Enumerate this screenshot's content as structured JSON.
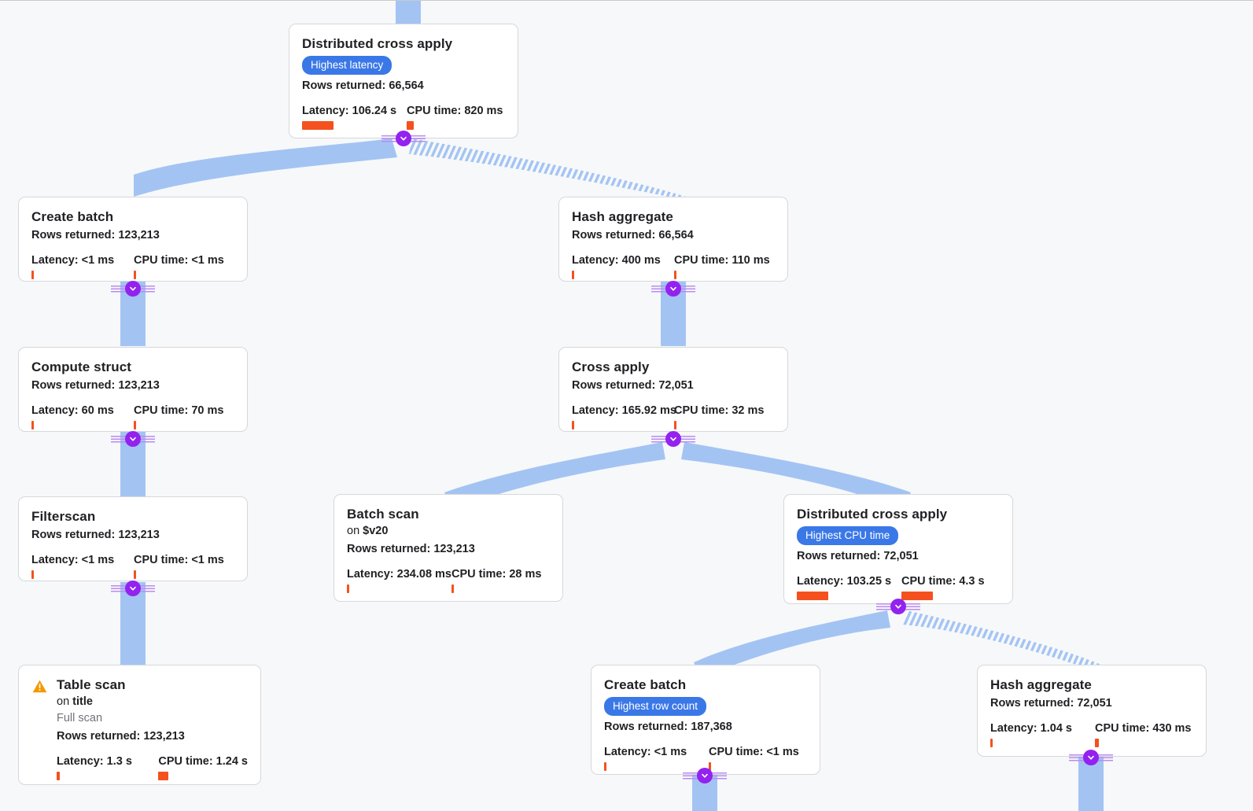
{
  "meta": {
    "view": "query-execution-plan-graph",
    "accent_edge_color": "#a3c4f3",
    "toggle_color": "#9322ef",
    "badge_color": "#3b78e7",
    "bar_color": "#f4511e",
    "background_color": "#f7f8fa",
    "card_background": "#ffffff",
    "card_border_color": "#d6d8db"
  },
  "labels": {
    "rows_prefix": "Rows returned: ",
    "latency_prefix": "Latency: ",
    "cpu_prefix": "CPU time: ",
    "on_prefix": "on "
  },
  "nodes": [
    {
      "id": "root-distributed-cross-apply",
      "title": "Distributed cross apply",
      "badge": "Highest latency",
      "rows": "Rows returned: 66,564",
      "latency": "Latency: 106.24 s",
      "cpu": "CPU time: 820 ms"
    },
    {
      "id": "create-batch-left",
      "title": "Create batch",
      "rows": "Rows returned: 123,213",
      "latency": "Latency: <1 ms",
      "cpu": "CPU time: <1 ms"
    },
    {
      "id": "hash-aggregate-upper",
      "title": "Hash aggregate",
      "rows": "Rows returned: 66,564",
      "latency": "Latency: 400 ms",
      "cpu": "CPU time: 110 ms"
    },
    {
      "id": "compute-struct",
      "title": "Compute struct",
      "rows": "Rows returned: 123,213",
      "latency": "Latency: 60 ms",
      "cpu": "CPU time: 70 ms"
    },
    {
      "id": "cross-apply",
      "title": "Cross apply",
      "rows": "Rows returned: 72,051",
      "latency": "Latency: 165.92 ms",
      "cpu": "CPU time: 32 ms"
    },
    {
      "id": "filterscan",
      "title": "Filterscan",
      "rows": "Rows returned: 123,213",
      "latency": "Latency: <1 ms",
      "cpu": "CPU time: <1 ms"
    },
    {
      "id": "batch-scan",
      "title": "Batch scan",
      "on_target": "$v20",
      "rows": "Rows returned: 123,213",
      "latency": "Latency: 234.08 ms",
      "cpu": "CPU time: 28 ms"
    },
    {
      "id": "distributed-cross-apply-lower",
      "title": "Distributed cross apply",
      "badge": "Highest CPU time",
      "rows": "Rows returned: 72,051",
      "latency": "Latency: 103.25 s",
      "cpu": "CPU time: 4.3 s"
    },
    {
      "id": "table-scan",
      "title": "Table scan",
      "warning": "warning-icon",
      "on_target": "title",
      "scan_type": "Full scan",
      "rows": "Rows returned: 123,213",
      "latency": "Latency: 1.3 s",
      "cpu": "CPU time: 1.24 s"
    },
    {
      "id": "create-batch-lower",
      "title": "Create batch",
      "badge": "Highest row count",
      "rows": "Rows returned: 187,368",
      "latency": "Latency: <1 ms",
      "cpu": "CPU time: <1 ms"
    },
    {
      "id": "hash-aggregate-lower",
      "title": "Hash aggregate",
      "rows": "Rows returned: 72,051",
      "latency": "Latency: 1.04 s",
      "cpu": "CPU time: 430 ms"
    }
  ]
}
